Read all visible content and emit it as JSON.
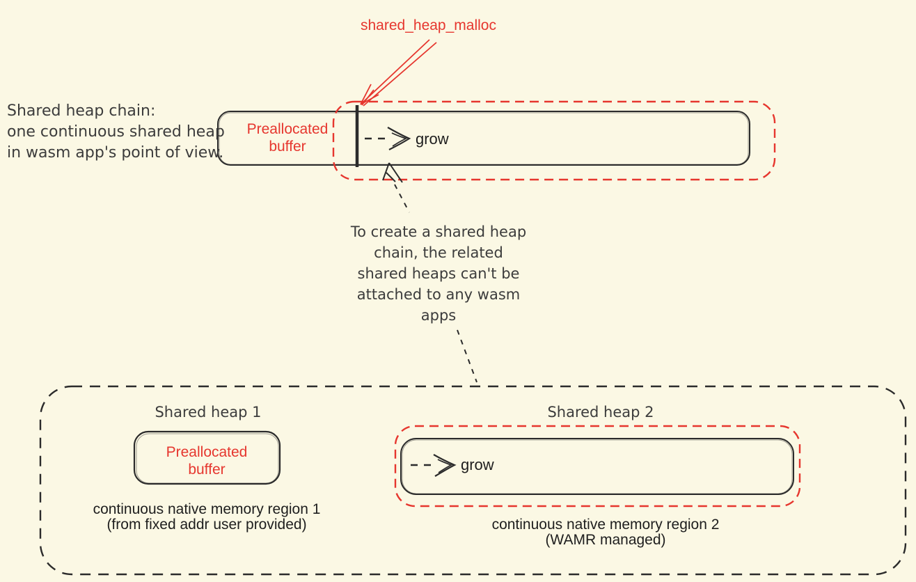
{
  "colors": {
    "background": "#FBF8E4",
    "red": "#E6362E",
    "ink": "#2B2B2B",
    "text": "#3C3C3C"
  },
  "top": {
    "malloc_label": "shared_heap_malloc",
    "chain_note": "Shared heap chain:\none continuous shared heap\nin wasm app's point of view.",
    "preallocated_label": "Preallocated\nbuffer",
    "grow_label": "grow"
  },
  "middle": {
    "note": "To create a shared heap\nchain, the related\nshared heaps can't be\nattached to any wasm\napps"
  },
  "bottom": {
    "heap1": {
      "title": "Shared heap 1",
      "box_label": "Preallocated\nbuffer",
      "caption": "continuous native memory region 1\n(from fixed addr user provided)"
    },
    "heap2": {
      "title": "Shared heap 2",
      "grow_label": "grow",
      "caption": "continuous native memory region 2\n(WAMR managed)"
    }
  }
}
